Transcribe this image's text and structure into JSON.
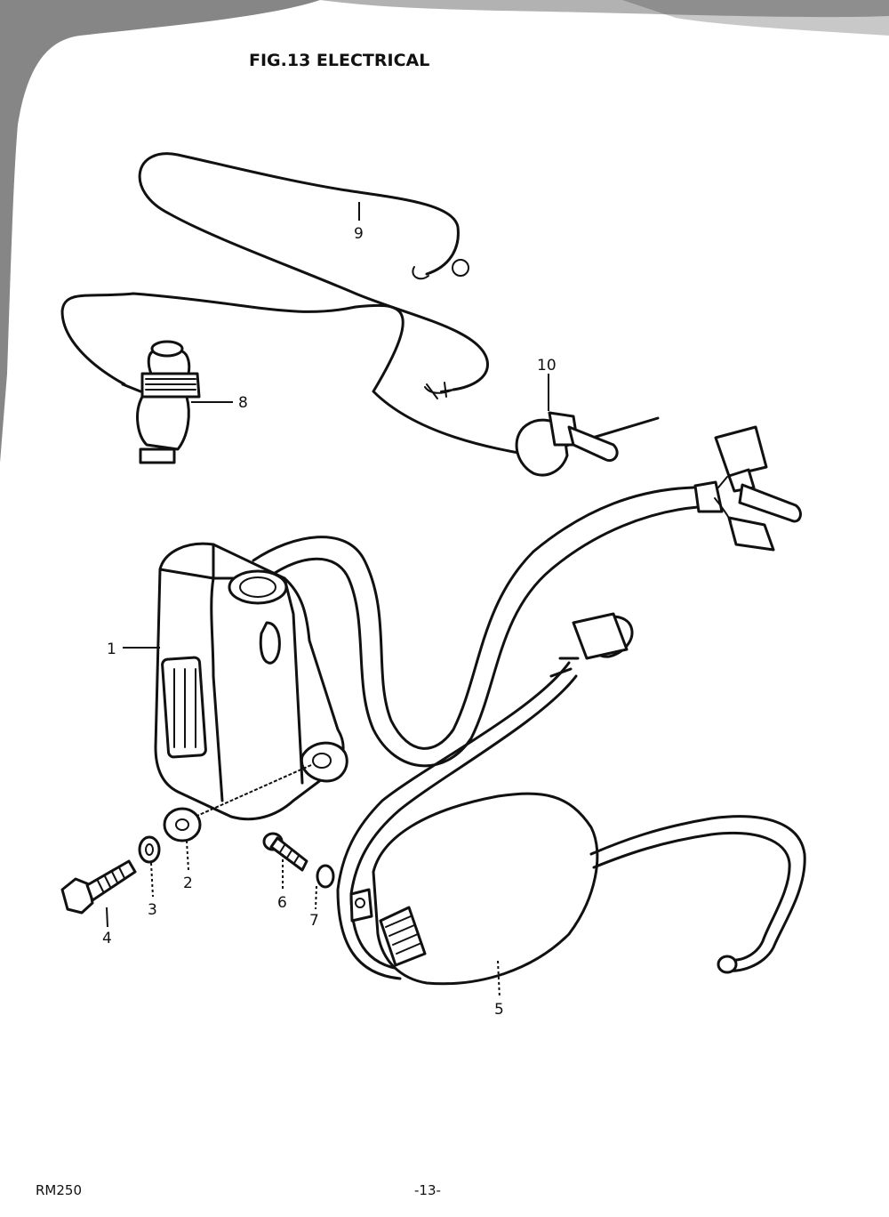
{
  "figure": {
    "title": "FIG.13  ELECTRICAL"
  },
  "footer": {
    "model": "RM250",
    "page": "-13-"
  },
  "callouts": [
    {
      "number": "1",
      "part": "cdi-unit"
    },
    {
      "number": "2",
      "part": "washer"
    },
    {
      "number": "3",
      "part": "lock-washer"
    },
    {
      "number": "4",
      "part": "bolt"
    },
    {
      "number": "5",
      "part": "ignition-coil"
    },
    {
      "number": "6",
      "part": "screw"
    },
    {
      "number": "7",
      "part": "lock-washer"
    },
    {
      "number": "8",
      "part": "engine-stop-switch"
    },
    {
      "number": "9",
      "part": "ground-lead-wire"
    },
    {
      "number": "10",
      "part": "wire-clamp"
    }
  ]
}
